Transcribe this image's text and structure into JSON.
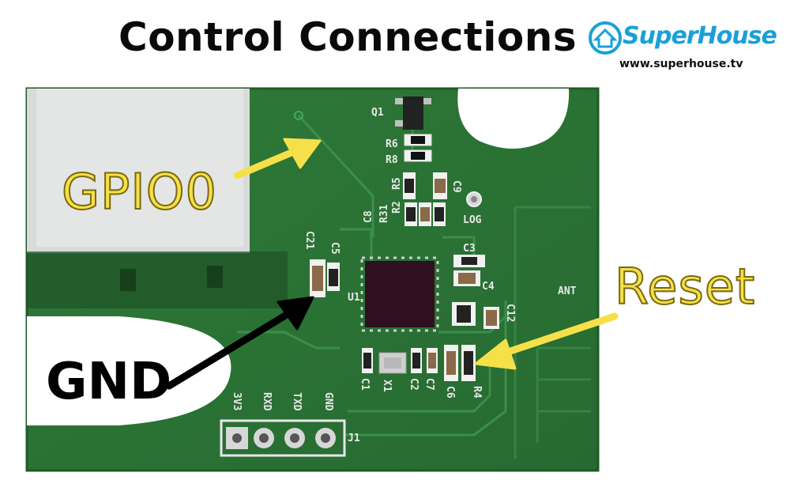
{
  "title": "Control Connections",
  "logo": {
    "name": "SuperHouse",
    "url": "www.superhouse.tv"
  },
  "callouts": {
    "gpio": "GPIO0",
    "reset": "Reset",
    "gnd": "GND"
  },
  "silkscreen": {
    "q1": "Q1",
    "r6": "R6",
    "r8": "R8",
    "r5": "R5",
    "r2": "R2",
    "r31": "R31",
    "c8": "C8",
    "c9": "C9",
    "log": "LOG",
    "c21": "C21",
    "c5": "C5",
    "u1": "U1",
    "c3": "C3",
    "c4": "C4",
    "c12": "C12",
    "ant": "ANT",
    "c1": "C1",
    "x1": "X1",
    "c2": "C2",
    "c7": "C7",
    "c6": "C6",
    "r4": "R4",
    "pin_3v3": "3V3",
    "pin_rxd": "RXD",
    "pin_txd": "TXD",
    "pin_gnd": "GND",
    "j1": "J1"
  },
  "colors": {
    "pcb": "#2f7a3a",
    "callout_yellow": "#f5e04a",
    "logo_blue": "#1aa0d8"
  }
}
